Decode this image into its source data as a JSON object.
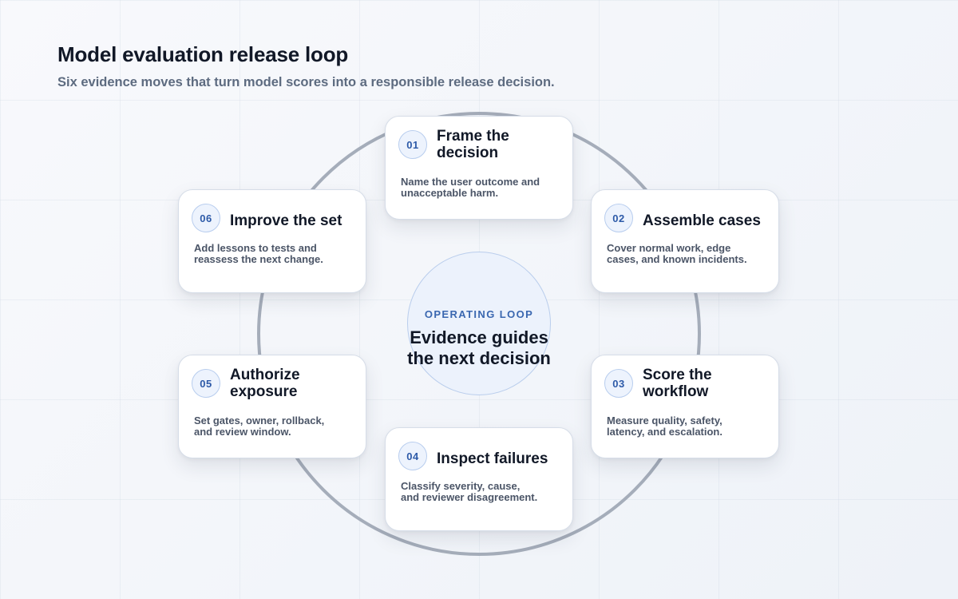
{
  "header": {
    "title": "Model evaluation release loop",
    "subtitle": "Six evidence moves that turn model scores into a responsible release decision."
  },
  "center": {
    "eyebrow": "OPERATING LOOP",
    "title_line1": "Evidence guides",
    "title_line2": "the next decision"
  },
  "steps": [
    {
      "number": "01",
      "title_line1": "Frame the",
      "title_line2": "decision",
      "desc_line1": "Name the user outcome and",
      "desc_line2": "unacceptable harm."
    },
    {
      "number": "02",
      "title_line1": "Assemble cases",
      "desc_line1": "Cover normal work, edge",
      "desc_line2": "cases, and known incidents."
    },
    {
      "number": "03",
      "title_line1": "Score the",
      "title_line2": "workflow",
      "desc_line1": "Measure quality, safety,",
      "desc_line2": "latency, and escalation."
    },
    {
      "number": "04",
      "title_line1": "Inspect failures",
      "desc_line1": "Classify severity, cause,",
      "desc_line2": "and reviewer disagreement."
    },
    {
      "number": "05",
      "title_line1": "Authorize",
      "title_line2": "exposure",
      "desc_line1": "Set gates, owner, rollback,",
      "desc_line2": "and review window."
    },
    {
      "number": "06",
      "title_line1": "Improve the set",
      "desc_line1": "Add lessons to tests and",
      "desc_line2": "reassess the next change."
    }
  ],
  "colors": {
    "loop_ring": "#a5adba",
    "badge_text": "#2d5aa8",
    "eyebrow": "#3a67b0",
    "center_fill": "#ecf2fc"
  }
}
